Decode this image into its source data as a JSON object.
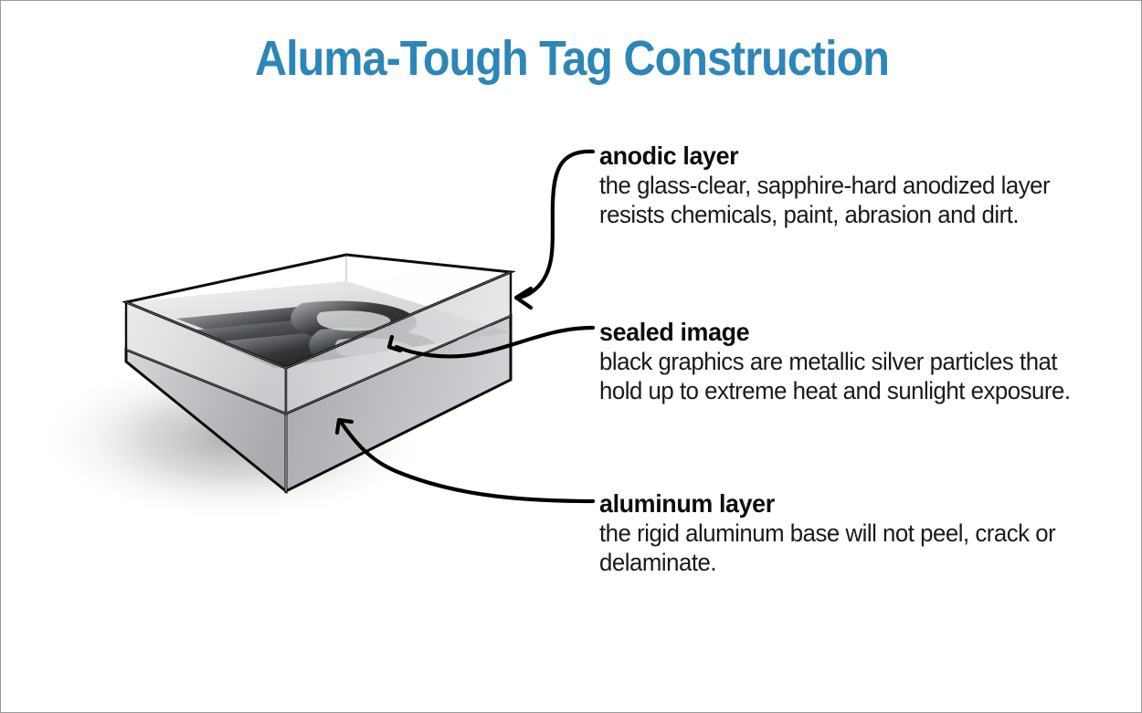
{
  "page": {
    "title": "Aluma-Tough Tag Construction",
    "background_color": "#ffffff",
    "border_color": "#9a9a9a",
    "title_color": "#2d86b8",
    "text_color": "#0d0d0d"
  },
  "illustration": {
    "name": "aluma-tough-tag-cutaway",
    "description": "isometric cutaway of a three-layer anodized aluminum tag",
    "layers": [
      {
        "name": "anodic-layer",
        "appearance": "transparent glass-clear slab outlined in black"
      },
      {
        "name": "sealed-image",
        "appearance": "black gradient stylized B graphic on tag face"
      },
      {
        "name": "aluminum-layer",
        "appearance": "thick silver-gray metallic base"
      }
    ],
    "shadow_color": "#b8b8b8"
  },
  "callouts": [
    {
      "id": "anodic",
      "title": "anodic layer",
      "body": "the glass-clear, sapphire-hard anodized layer resists chemicals, paint, abrasion and dirt."
    },
    {
      "id": "sealed",
      "title": "sealed image",
      "body": "black graphics are metallic silver particles that hold up to extreme heat and sunlight exposure."
    },
    {
      "id": "aluminum",
      "title": "aluminum layer",
      "body": "the rigid aluminum base will not peel, crack or delaminate."
    }
  ],
  "arrows": [
    {
      "name": "arrow-to-anodic-layer",
      "points_to": "top transparent layer right edge"
    },
    {
      "name": "arrow-to-sealed-image",
      "points_to": "black graphic on tag surface"
    },
    {
      "name": "arrow-to-aluminum-layer",
      "points_to": "thick gray base front face"
    }
  ]
}
